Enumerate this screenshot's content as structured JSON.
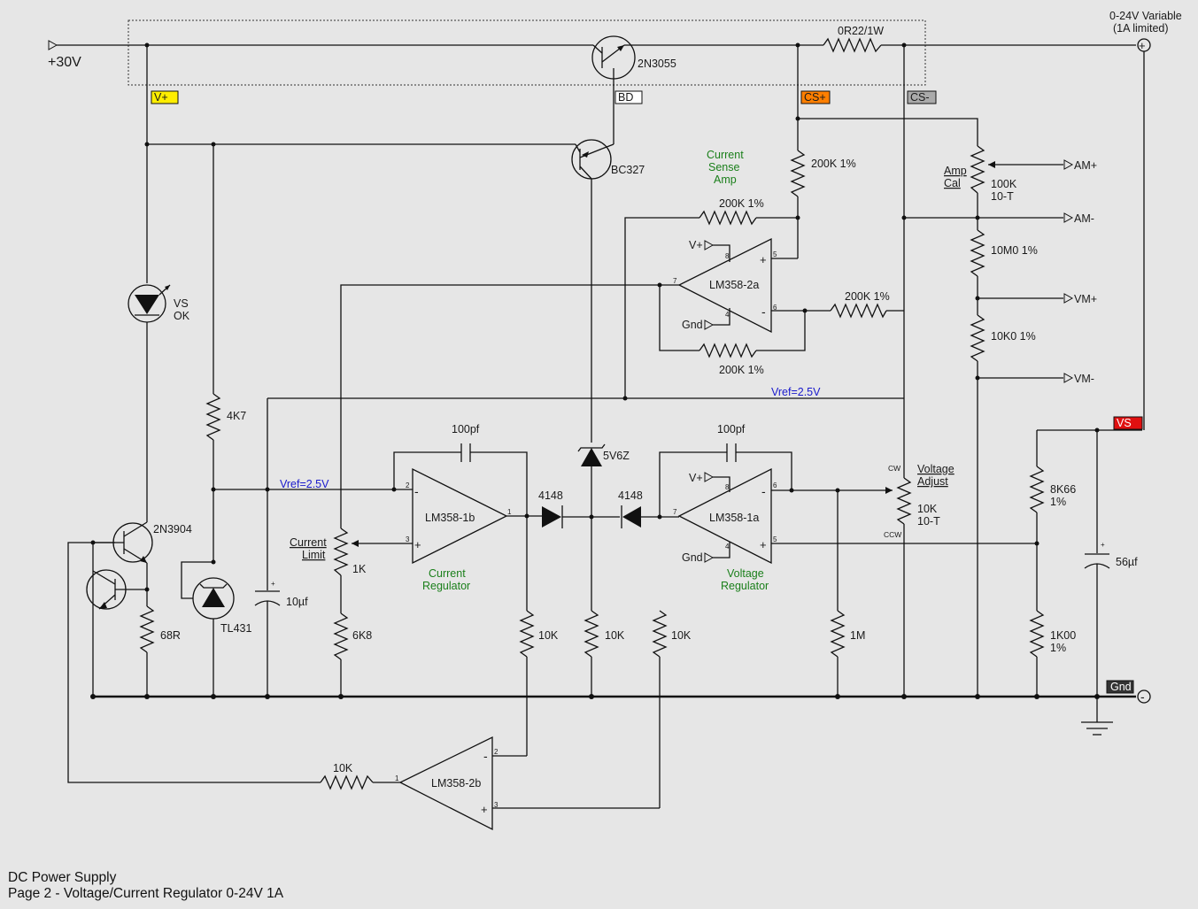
{
  "footer": {
    "line1": "DC Power Supply",
    "line2": "Page 2 - Voltage/Current Regulator 0-24V 1A"
  },
  "rails": {
    "input": "+30V",
    "output_line1": "0-24V Variable",
    "output_line2": "(1A limited)"
  },
  "tags": {
    "vplus": "V+",
    "bd": "BD",
    "csplus": "CS+",
    "csminus": "CS-",
    "vs": "VS",
    "gnd": "Gnd"
  },
  "tag_colors": {
    "vplus": "#ffee00",
    "csplus": "#ff7f00",
    "csminus": "#aaaaaa",
    "vs": "#e01010",
    "gnd": "#333333"
  },
  "connectors": {
    "am_plus": "AM+",
    "am_minus": "AM-",
    "vm_plus": "VM+",
    "vm_minus": "VM-"
  },
  "components": {
    "q_2n3055": "2N3055",
    "q_bc327": "BC327",
    "q_2n3904": "2N3904",
    "r_shunt": "0R22/1W",
    "r_200k_a": "200K 1%",
    "r_200k_b": "200K 1%",
    "r_200k_c": "200K 1%",
    "r_200k_d": "200K 1%",
    "pot_amp_cal_value": "100K",
    "pot_amp_cal_turns": "10-T",
    "pot_amp_cal_label1": "Amp",
    "pot_amp_cal_label2": "Cal",
    "r_10m0": "10M0 1%",
    "r_10k0": "10K0 1%",
    "led_label1": "VS",
    "led_label2": "OK",
    "r_4k7": "4K7",
    "r_68r": "68R",
    "ic_tl431": "TL431",
    "c_10uf": "10µf",
    "pot_current_value": "1K",
    "pot_current_label1": "Current",
    "pot_current_label2": "Limit",
    "r_6k8": "6K8",
    "c_100pf_a": "100pf",
    "c_100pf_b": "100pf",
    "zener": "5V6Z",
    "d_4148_a": "4148",
    "d_4148_b": "4148",
    "r_10k_a": "10K",
    "r_10k_b": "10K",
    "r_10k_c": "10K",
    "r_10k_d": "10K",
    "r_1m": "1M",
    "pot_voltage_label1": "Voltage",
    "pot_voltage_label2": "Adjust",
    "pot_voltage_value": "10K",
    "pot_voltage_turns": "10-T",
    "cw": "CW",
    "ccw": "CCW",
    "r_8k66": "8K66",
    "r_8k66_tol": "1%",
    "r_1k00": "1K00",
    "r_1k00_tol": "1%",
    "c_56uf": "56µf"
  },
  "opamps": {
    "u2a": "LM358-2a",
    "u1b": "LM358-1b",
    "u1a": "LM358-1a",
    "u2b": "LM358-2b"
  },
  "annotations": {
    "current_sense_1": "Current",
    "current_sense_2": "Sense",
    "current_sense_3": "Amp",
    "current_reg_1": "Current",
    "current_reg_2": "Regulator",
    "voltage_reg_1": "Voltage",
    "voltage_reg_2": "Regulator",
    "vref_a": "Vref=2.5V",
    "vref_b": "Vref=2.5V",
    "supply_vplus_a": "V+",
    "supply_vplus_b": "V+",
    "supply_gnd_a": "Gnd",
    "supply_gnd_b": "Gnd"
  },
  "pins": {
    "p8a": "8",
    "p5a": "5",
    "p7a": "7",
    "p4a": "4",
    "p6a": "6",
    "p2b": "2",
    "p3b": "3",
    "p1b": "1",
    "p8c": "8",
    "p6c": "6",
    "p7c": "7",
    "p4c": "4",
    "p5c": "5",
    "p2d": "2",
    "p1d": "1",
    "p3d": "3"
  },
  "opamp_signs": {
    "minus": "-",
    "plus": "+"
  },
  "terminal_signs": {
    "output": "+",
    "ground": "-",
    "cap": "+"
  }
}
